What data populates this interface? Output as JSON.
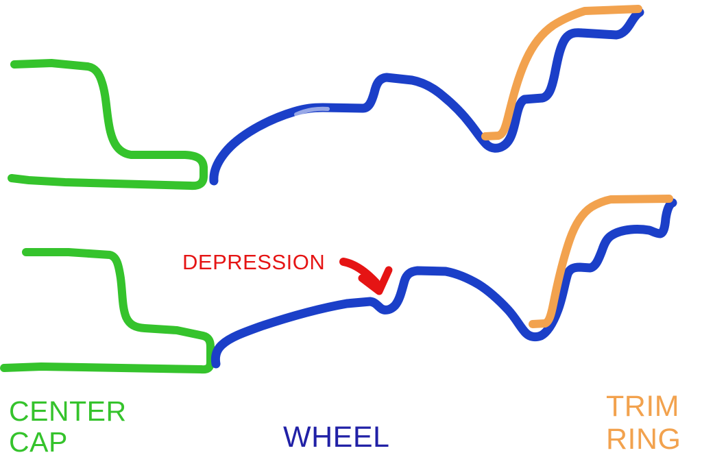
{
  "labels": {
    "center_cap": "CENTER\nCAP",
    "wheel": "WHEEL",
    "trim_ring": "TRIM\nRING",
    "depression": "DEPRESSION"
  },
  "colors": {
    "center_cap_green": "#35C32C",
    "wheel_blue": "#1B3FC8",
    "wheel_label_blue": "#2121A6",
    "trim_ring_orange": "#F2A24E",
    "annotation_red": "#E51414",
    "background": "#FFFFFF"
  }
}
